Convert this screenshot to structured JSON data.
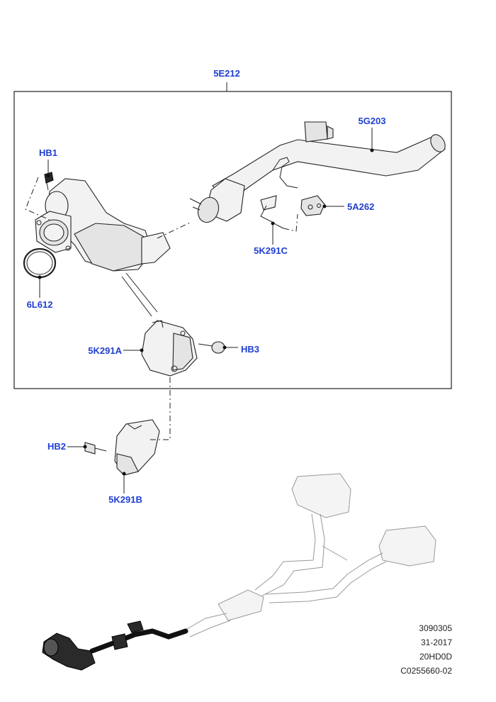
{
  "callouts": {
    "assembly": "5E212",
    "pipe": "5G203",
    "hb1": "HB1",
    "bracket_a262": "5A262",
    "gasket": "6L612",
    "heat_shield_c": "5K291C",
    "heat_shield_a": "5K291A",
    "hb3": "HB3",
    "hb2": "HB2",
    "heat_shield_b": "5K291B"
  },
  "reference": {
    "line1": "3090305",
    "line2": "31-2017",
    "line3": "20HD0D",
    "line4": "C0255660-02"
  },
  "colors": {
    "callout": "#1f3fd1",
    "line": "#222222"
  }
}
